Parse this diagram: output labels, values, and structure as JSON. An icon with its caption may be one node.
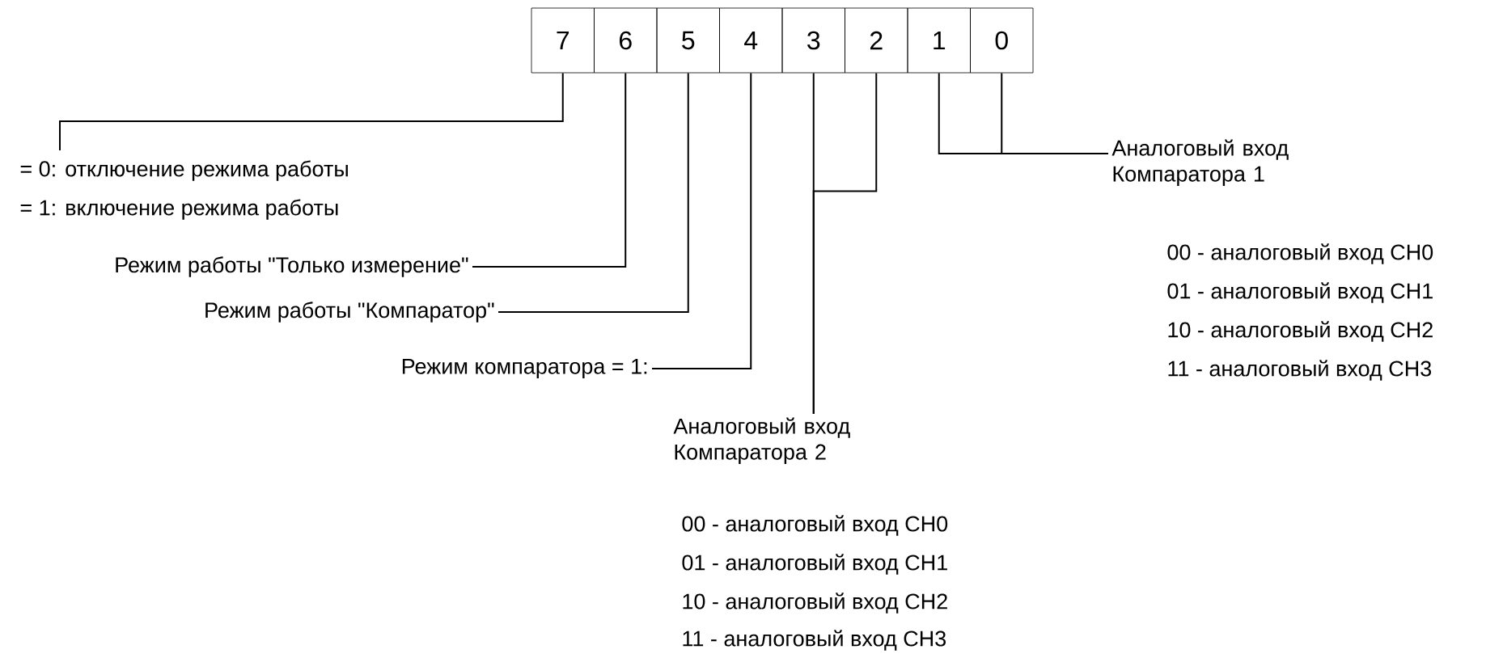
{
  "diagram": {
    "nodes": [
      {
        "text": [
          "7"
        ]
      },
      {
        "text": [
          "6"
        ]
      },
      {
        "text": [
          "5"
        ]
      },
      {
        "text": [
          "4"
        ]
      },
      {
        "text": [
          "3"
        ]
      },
      {
        "text": [
          "2"
        ]
      },
      {
        "text": [
          "1"
        ]
      },
      {
        "text": [
          "0"
        ]
      },
      {
        "text": [
          "= 0: отключение режима работы",
          "= 1: включение режима работы"
        ]
      },
      {
        "text": [
          "Режим работы \"Только измерение\""
        ]
      },
      {
        "text": [
          "Режим работы \"Компаратор\""
        ]
      },
      {
        "text": [
          "Режим компаратора = 1:"
        ]
      },
      {
        "text": [
          "Аналоговый вход Компаратора 2"
        ]
      },
      {
        "text": [
          "Аналоговый вход Компаратора 1"
        ]
      }
    ],
    "edges": [
      {
        "from": 0,
        "to": 8,
        "arrow": "none"
      },
      {
        "from": 1,
        "to": 9,
        "arrow": "none"
      },
      {
        "from": 2,
        "to": 10,
        "arrow": "none"
      },
      {
        "from": 3,
        "to": 11,
        "arrow": "none"
      },
      {
        "from": 4,
        "to": 12,
        "arrow": "none"
      },
      {
        "from": 5,
        "to": 12,
        "arrow": "none"
      },
      {
        "from": 6,
        "to": 13,
        "arrow": "none"
      },
      {
        "from": 7,
        "to": 13,
        "arrow": "none"
      }
    ],
    "labels": [
      "00 - аналоговый вход CH0",
      "01 - аналоговый вход CH1",
      "10 - аналоговый вход CH2",
      "11 - аналоговый вход CH3",
      "00 - аналоговый вход CH0",
      "01 - аналоговый вход CH1",
      "10 - аналоговый вход CH2",
      "11 - аналоговый вход CH3"
    ]
  }
}
